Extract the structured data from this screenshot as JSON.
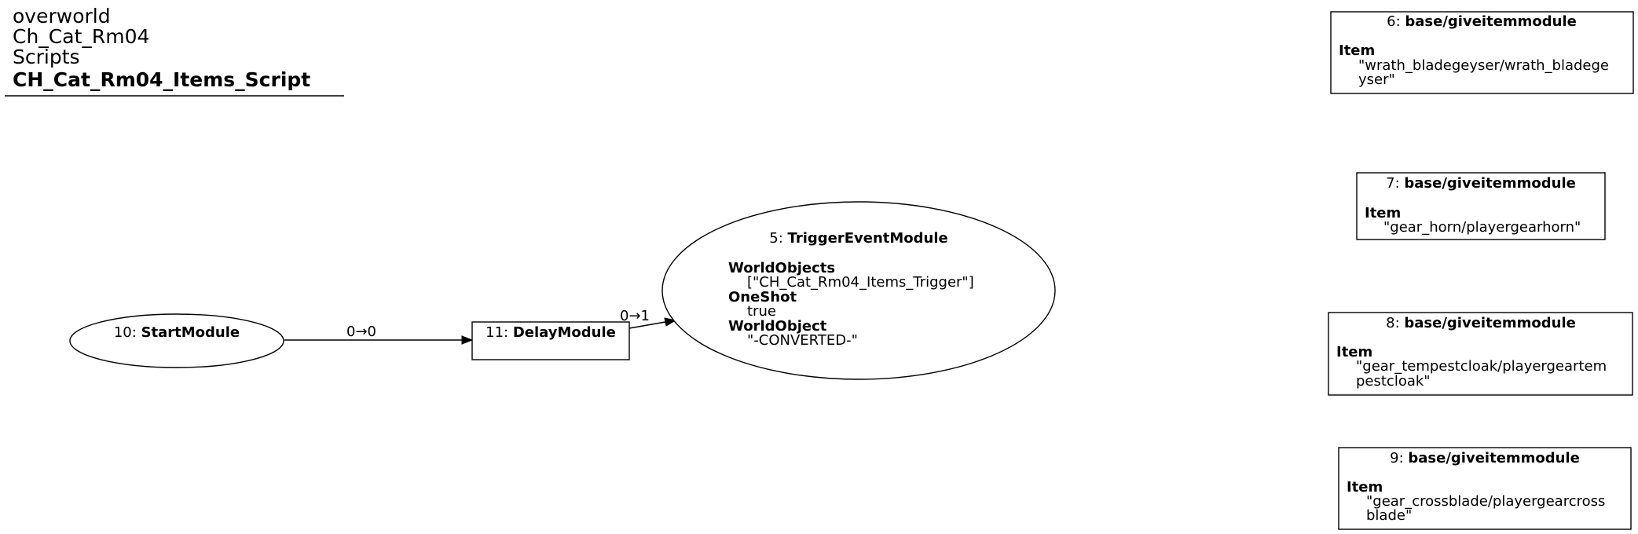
{
  "title": {
    "lines": [
      "overworld",
      "Ch_Cat_Rm04",
      "Scripts"
    ],
    "bold_line": "CH_Cat_Rm04_Items_Script"
  },
  "nodes": {
    "n10": {
      "id": "10: ",
      "name": "StartModule"
    },
    "n11": {
      "id": "11: ",
      "name": "DelayModule"
    },
    "n5": {
      "id": "5: ",
      "name": "TriggerEventModule",
      "props": [
        {
          "key": "WorldObjects",
          "value": "[\"CH_Cat_Rm04_Items_Trigger\"]"
        },
        {
          "key": "OneShot",
          "value": "true"
        },
        {
          "key": "WorldObject",
          "value": "\"-CONVERTED-\""
        }
      ]
    },
    "n6": {
      "id": "6: ",
      "name": "base/giveitemmodule",
      "key": "Item",
      "value_lines": [
        "\"wrath_bladegeyser/wrath_bladege",
        "yser\""
      ]
    },
    "n7": {
      "id": "7: ",
      "name": "base/giveitemmodule",
      "key": "Item",
      "value_lines": [
        "\"gear_horn/playergearhorn\""
      ]
    },
    "n8": {
      "id": "8: ",
      "name": "base/giveitemmodule",
      "key": "Item",
      "value_lines": [
        "\"gear_tempestcloak/playergeartem",
        "pestcloak\""
      ]
    },
    "n9": {
      "id": "9: ",
      "name": "base/giveitemmodule",
      "key": "Item",
      "value_lines": [
        "\"gear_crossblade/playergearcross",
        "blade\""
      ]
    }
  },
  "edges": {
    "e10_11": {
      "label": "0→0"
    },
    "e11_5": {
      "label": "0→1"
    }
  }
}
